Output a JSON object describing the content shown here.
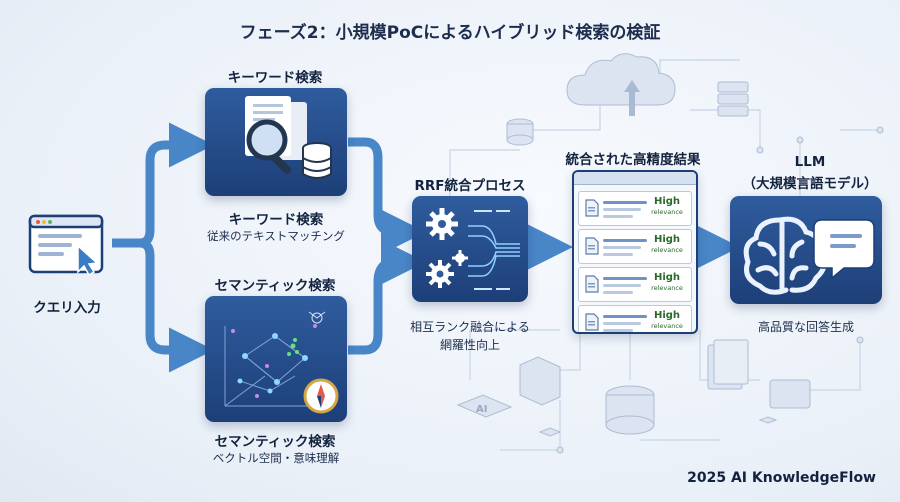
{
  "title": "フェーズ2：小規模PoCによるハイブリッド検索の検証",
  "query": {
    "label": "クエリ入力"
  },
  "keyword": {
    "heading": "キーワード検索",
    "caption_title": "キーワード検索",
    "caption_sub": "従来のテキストマッチング"
  },
  "semantic": {
    "heading": "セマンティック検索",
    "caption_title": "セマンティック検索",
    "caption_sub": "ベクトル空間・意味理解"
  },
  "rrf": {
    "heading": "RRF統合プロセス",
    "caption_line1": "相互ランク融合による",
    "caption_line2": "網羅性向上"
  },
  "results": {
    "heading": "統合された高精度結果",
    "badge_top": "High",
    "badge_bottom": "relevance",
    "items": [
      1,
      2,
      3,
      4
    ]
  },
  "llm": {
    "heading_line1": "LLM",
    "heading_line2": "（大規模言語モデル）",
    "caption": "高品質な回答生成"
  },
  "background": {
    "ai_chip": "AI"
  },
  "footer": "2025 AI KnowledgeFlow",
  "colors": {
    "accent": "#1d3f78",
    "arrow": "#3b7dc4",
    "badge_text": "#2a6a2a"
  }
}
